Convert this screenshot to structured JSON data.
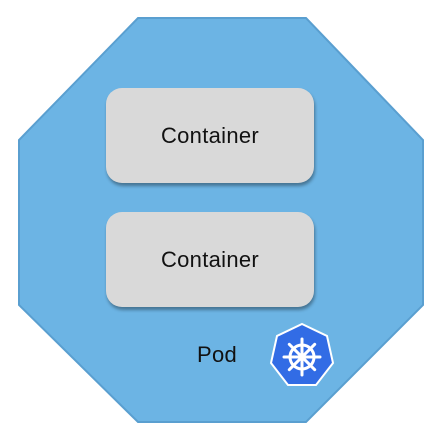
{
  "diagram": {
    "pod_color": "#6cb4e4",
    "pod_border_color": "#5a9fd0",
    "containers": [
      {
        "label": "Container"
      },
      {
        "label": "Container"
      }
    ],
    "pod_label": "Pod",
    "logo": {
      "icon": "kubernetes-helm-icon",
      "color": "#326ce5"
    }
  }
}
